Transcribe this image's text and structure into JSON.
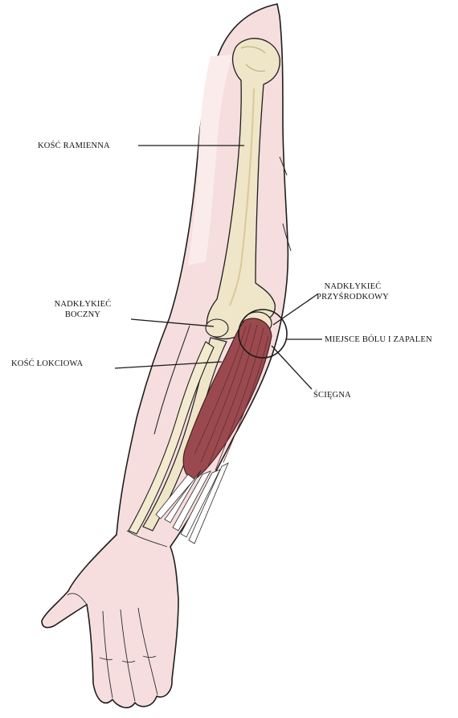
{
  "labels": {
    "humerus": "KOŚĆ RAMIENNA",
    "lateral_epicondyle_line1": "NADKŁYKIEĆ",
    "lateral_epicondyle_line2": "BOCZNY",
    "ulna": "KOŚĆ ŁOKCIOWA",
    "medial_epicondyle_line1": "NADKŁYKIEĆ",
    "medial_epicondyle_line2": "PRZYŚRODKOWY",
    "pain_site": "MIEJSCE BÓLU I ZAPALEN",
    "tendons": "ŚCIĘGNA"
  },
  "colors": {
    "skin": "#f6dede",
    "skin_light": "#fbecec",
    "outline": "#222222",
    "bone": "#efe5c8",
    "bone_shade": "#d9c99a",
    "muscle": "#9a4a4e",
    "muscle_dark": "#6e2e33",
    "tendon": "#ffffff"
  }
}
